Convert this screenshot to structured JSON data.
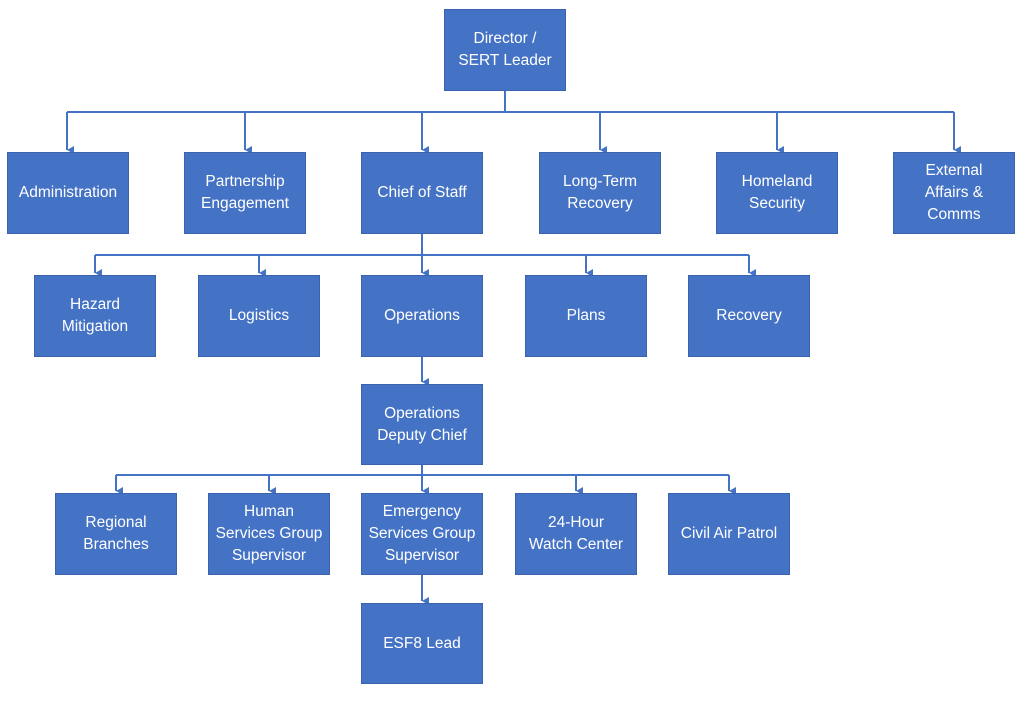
{
  "colors": {
    "box_fill": "#4472c4",
    "connector": "#4472c4",
    "text": "#ffffff"
  },
  "nodes": {
    "director": "Director /\nSERT Leader",
    "administration": "Administration",
    "partnership_engagement": "Partnership\nEngagement",
    "chief_of_staff": "Chief of Staff",
    "long_term_recovery": "Long-Term\nRecovery",
    "homeland_security": "Homeland\nSecurity",
    "external_affairs": "External\nAffairs &\nComms",
    "hazard_mitigation": "Hazard\nMitigation",
    "logistics": "Logistics",
    "operations": "Operations",
    "plans": "Plans",
    "recovery": "Recovery",
    "ops_deputy_chief": "Operations\nDeputy Chief",
    "regional_branches": "Regional\nBranches",
    "human_services": "Human\nServices Group\nSupervisor",
    "emergency_services": "Emergency\nServices Group\nSupervisor",
    "watch_center": "24-Hour\nWatch Center",
    "civil_air_patrol": "Civil Air Patrol",
    "esf8_lead": "ESF8 Lead"
  }
}
